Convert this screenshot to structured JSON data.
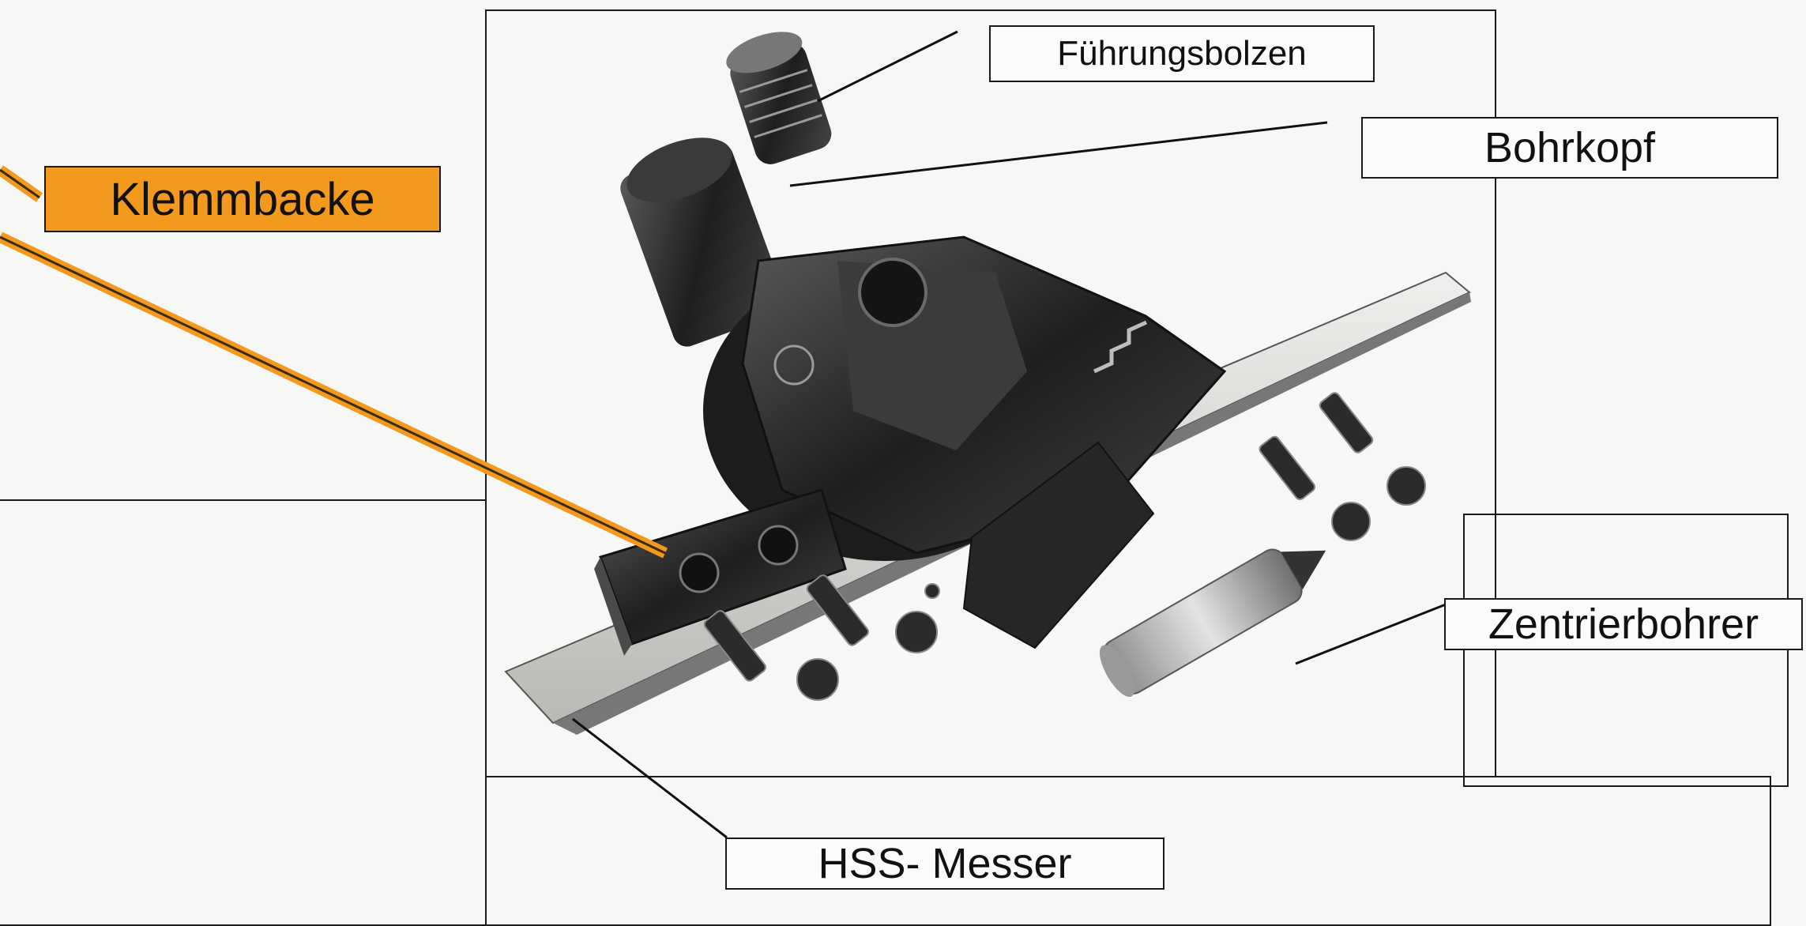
{
  "labels": {
    "fuehrungsbolzen": "Führungsbolzen",
    "bohrkopf": "Bohrkopf",
    "klemmbacke": "Klemmbacke",
    "zentrierbohrer": "Zentrierbohrer",
    "hss_messer": "HSS- Messer"
  },
  "colors": {
    "highlight": "#f39a1e",
    "metal_dark": "#2b2b2b",
    "metal_light": "#d6d6d4"
  },
  "icons": {
    "illustration": "boring-head-exploded-view"
  }
}
